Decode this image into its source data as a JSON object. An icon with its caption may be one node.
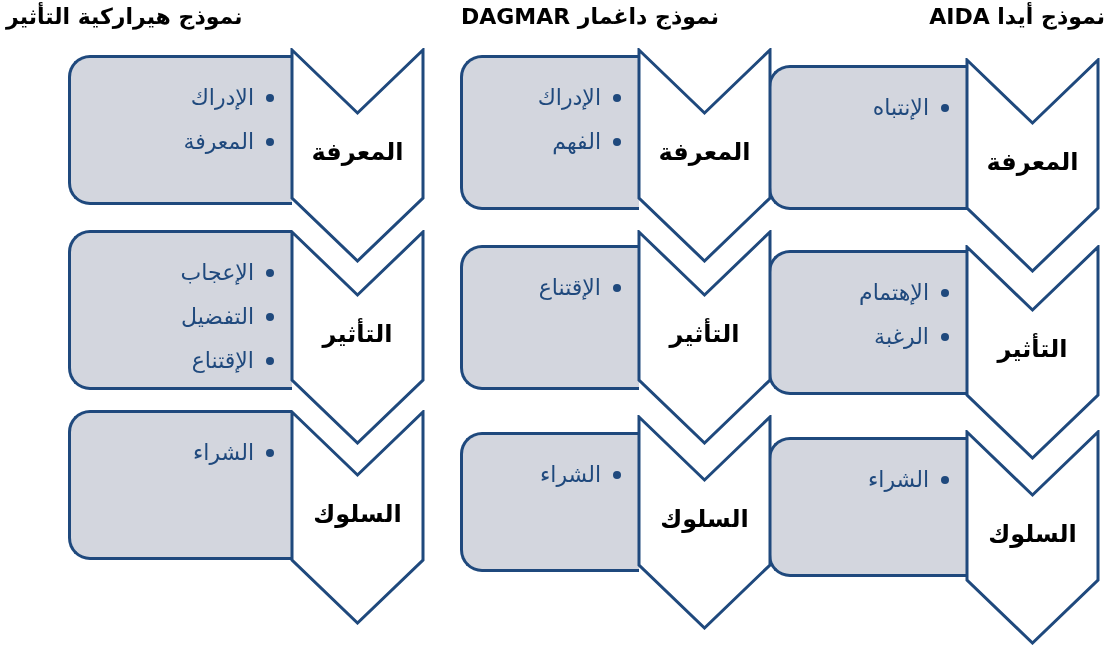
{
  "diagram": {
    "nodes": [
      {
        "text": [
          "المعرفة"
        ]
      },
      {
        "text": [
          "الإنتباه"
        ]
      },
      {
        "text": [
          "التأثير"
        ]
      },
      {
        "text": [
          "الإهتمام",
          "الرغبة"
        ]
      },
      {
        "text": [
          "السلوك"
        ]
      },
      {
        "text": [
          "الشراء"
        ]
      },
      {
        "text": [
          "المعرفة"
        ]
      },
      {
        "text": [
          "الإدراك",
          "الفهم"
        ]
      },
      {
        "text": [
          "التأثير"
        ]
      },
      {
        "text": [
          "الإقتناع"
        ]
      },
      {
        "text": [
          "السلوك"
        ]
      },
      {
        "text": [
          "الشراء"
        ]
      },
      {
        "text": [
          "المعرفة"
        ]
      },
      {
        "text": [
          "الإدراك",
          "المعرفة"
        ]
      },
      {
        "text": [
          "التأثير"
        ]
      },
      {
        "text": [
          "الإعجاب",
          "التفضيل",
          "الإقتناع"
        ]
      },
      {
        "text": [
          "السلوك"
        ]
      },
      {
        "text": [
          "الشراء"
        ]
      }
    ],
    "edges": [],
    "labels": [
      "نموذج أيدا AIDA",
      "نموذج داغمار DAGMAR",
      "نموذج هيراركية التأثير"
    ]
  }
}
